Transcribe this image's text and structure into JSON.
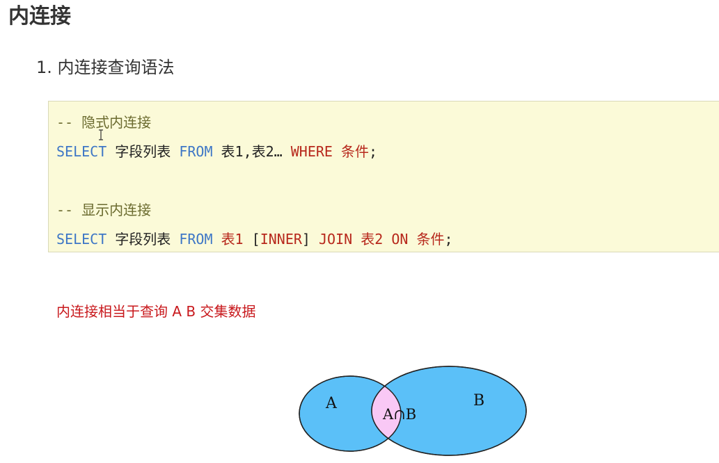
{
  "heading": "内连接",
  "list": {
    "number": "1.",
    "title": "内连接查询语法"
  },
  "code": {
    "line1": "-- 隐式内连接",
    "line2": {
      "kw_select": "SELECT",
      "fields": " 字段列表 ",
      "kw_from": "FROM",
      "tables": " 表1,表2… ",
      "kw_where": "WHERE",
      "space": " ",
      "cond": "条件",
      "end": ";"
    },
    "line3": "-- 显示内连接",
    "line4": {
      "kw_select": "SELECT",
      "fields": " 字段列表 ",
      "kw_from": "FROM",
      "table1": "表1",
      "bracket_open": " [",
      "kw_inner": "INNER",
      "bracket_close": "] ",
      "kw_join": "JOIN",
      "table2": "表2",
      "kw_on": "ON",
      "cond": "条件",
      "end": ";"
    }
  },
  "note": "内连接相当于查询 A B 交集数据",
  "venn": {
    "label_a": "A",
    "label_b": "B",
    "label_intersection": "A∩B",
    "color_circle": "#5bc0f8",
    "color_intersection": "#f9c8f5"
  }
}
